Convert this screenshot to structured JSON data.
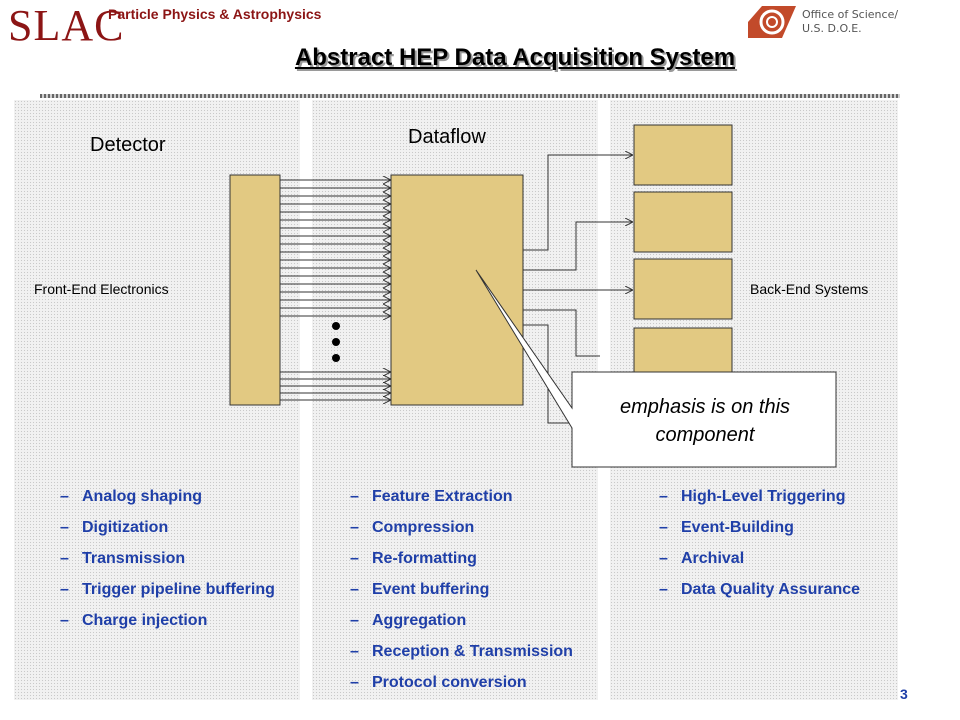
{
  "header": {
    "logo_text": "SLAC",
    "org_label": "Particle Physics & Astrophysics",
    "doe_line1": "Office of Science/",
    "doe_line2": "U.S. D.O.E.",
    "title": "Abstract HEP Data Acquisition System"
  },
  "diagram": {
    "detector_label": "Detector",
    "dataflow_label": "Dataflow",
    "front_end_label": "Front-End Electronics",
    "back_end_label": "Back-End Systems",
    "callout": "emphasis is on this component",
    "colors": {
      "box_fill": "#e2c982",
      "box_stroke": "#333333",
      "list_text": "#1f3fa8",
      "slac_red": "#8c1515"
    }
  },
  "lists": {
    "front_end": [
      "Analog shaping",
      "Digitization",
      "Transmission",
      "Trigger pipeline buffering",
      "Charge injection"
    ],
    "dataflow": [
      "Feature Extraction",
      "Compression",
      "Re-formatting",
      "Event buffering",
      "Aggregation",
      "Reception & Transmission",
      "Protocol conversion"
    ],
    "back_end": [
      "High-Level Triggering",
      "Event-Building",
      "Archival",
      "Data Quality Assurance"
    ]
  },
  "footer": {
    "page_number": "3"
  }
}
